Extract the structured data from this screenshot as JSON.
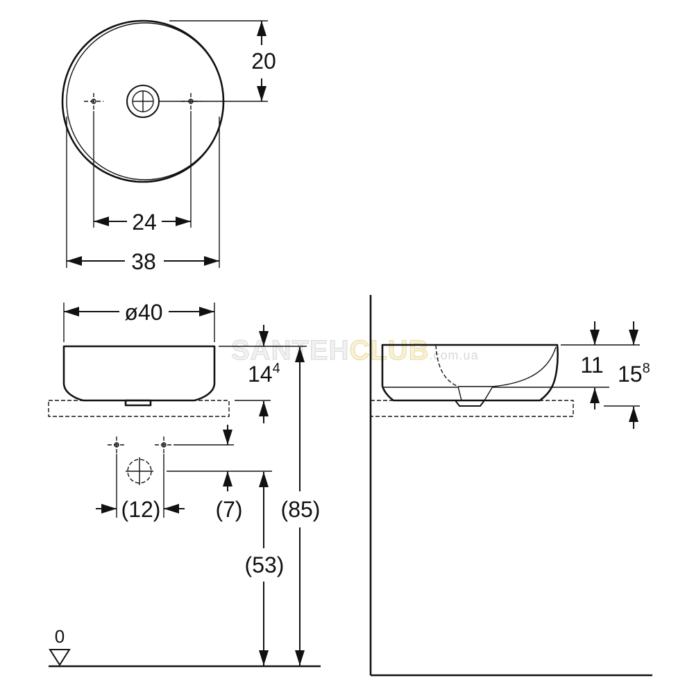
{
  "top_view": {
    "dim_front_to_drain": "20",
    "dim_tap_hole_spacing": "24",
    "dim_outer_width": "38"
  },
  "front_view": {
    "dim_diameter": "ø40",
    "dim_height": {
      "main": "14",
      "sup": "4"
    },
    "dim_tap_spacing": "(12)",
    "dim_tap_above_drain": "(7)",
    "dim_top_from_floor": "(85)",
    "dim_drain_from_floor": "(53)",
    "floor_level": "0"
  },
  "side_view": {
    "dim_bowl_depth": "11",
    "dim_height": {
      "main": "15",
      "sup": "8"
    }
  },
  "watermark": {
    "part1": "SANTEH",
    "part2": "CLUB",
    "suffix": ".com.ua"
  },
  "colors": {
    "line": "#111111",
    "background": "#ffffff",
    "watermark_gray": "#d8d8d8",
    "watermark_gold": "#e8d89c"
  }
}
